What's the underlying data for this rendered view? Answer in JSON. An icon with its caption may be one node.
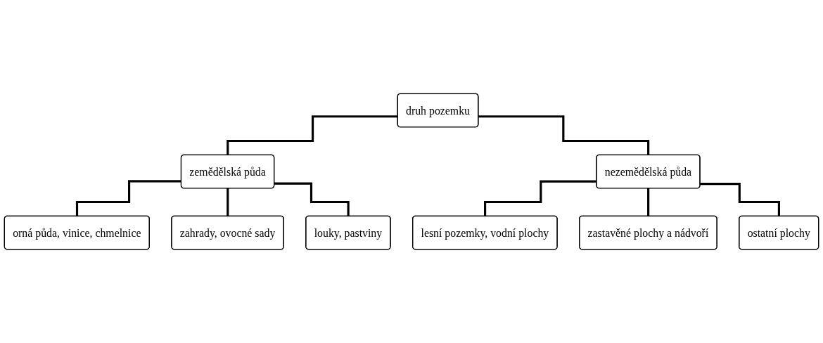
{
  "diagram": {
    "nodes": [
      {
        "text": [
          "druh pozemku"
        ]
      },
      {
        "text": [
          "zemědělská půda"
        ]
      },
      {
        "text": [
          "nezemědělská půda"
        ]
      },
      {
        "text": [
          "orná půda, vinice, chmelnice"
        ]
      },
      {
        "text": [
          "zahrady, ovocné sady"
        ]
      },
      {
        "text": [
          "louky, pastviny"
        ]
      },
      {
        "text": [
          "lesní pozemky, vodní plochy"
        ]
      },
      {
        "text": [
          "zastavěné plochy a nádvoří"
        ]
      },
      {
        "text": [
          "ostatní plochy"
        ]
      }
    ],
    "edges": [
      {
        "from": 0,
        "to": 1,
        "arrow": "none"
      },
      {
        "from": 0,
        "to": 2,
        "arrow": "none"
      },
      {
        "from": 1,
        "to": 3,
        "arrow": "none"
      },
      {
        "from": 1,
        "to": 4,
        "arrow": "none"
      },
      {
        "from": 1,
        "to": 5,
        "arrow": "none"
      },
      {
        "from": 2,
        "to": 6,
        "arrow": "none"
      },
      {
        "from": 2,
        "to": 7,
        "arrow": "none"
      },
      {
        "from": 2,
        "to": 8,
        "arrow": "none"
      }
    ]
  }
}
